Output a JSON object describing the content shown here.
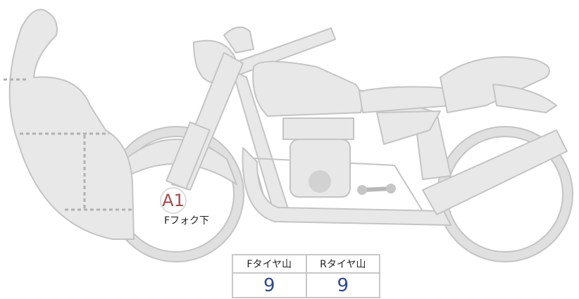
{
  "marker": {
    "id": "A1",
    "caption": "Fフォク下"
  },
  "tread_table": {
    "headers": [
      "Fタイヤ山",
      "Rタイヤ山"
    ],
    "values": [
      "9",
      "9"
    ]
  },
  "colors": {
    "body_fill": "#e8e8e8",
    "outline": "#c4c4c4",
    "dash": "#b0b0b0",
    "marker_text": "#a14a4a",
    "value_text": "#2f4a8a"
  }
}
